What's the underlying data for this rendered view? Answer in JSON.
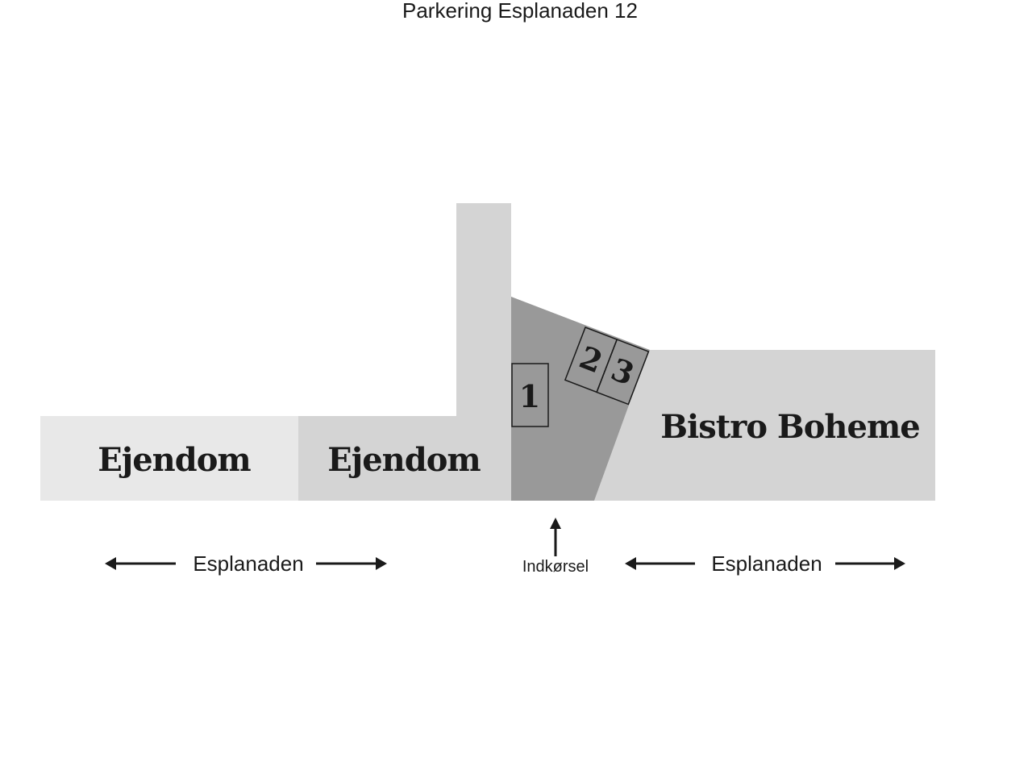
{
  "title": "Parkering Esplanaden 12",
  "buildings": {
    "left": {
      "label": "Ejendom"
    },
    "middle": {
      "label": "Ejendom"
    },
    "right": {
      "label": "Bistro Boheme"
    }
  },
  "parking_spots": [
    {
      "label": "1"
    },
    {
      "label": "2"
    },
    {
      "label": "3"
    }
  ],
  "streets": {
    "left": {
      "label": "Esplanaden"
    },
    "right": {
      "label": "Esplanaden"
    }
  },
  "entrance": {
    "label": "Indkørsel"
  },
  "colors": {
    "building_light": "#e8e8e8",
    "building_mid": "#d4d4d4",
    "parking_area": "#999999",
    "text": "#1a1a1a",
    "background": "#ffffff"
  }
}
